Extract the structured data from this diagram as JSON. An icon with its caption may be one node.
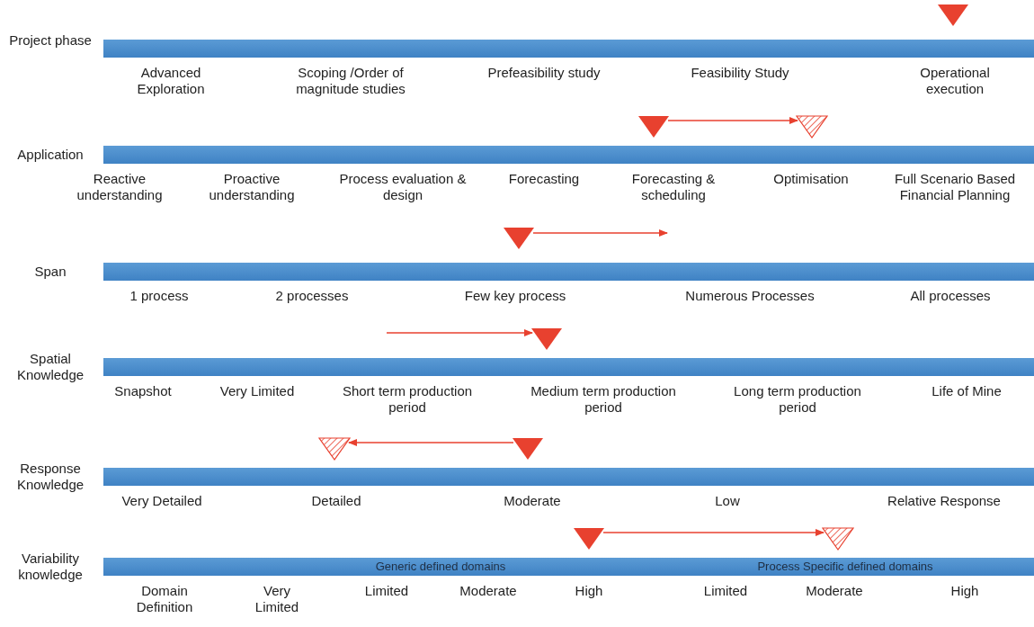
{
  "diagram": {
    "nodes": [
      {
        "text": [],
        "shape": "triangle"
      },
      {
        "text": [
          "Project phase"
        ],
        "beside": [
          "Advanced Exploration",
          "Scoping /Order of magnitude studies",
          "Prefeasibility study",
          "Feasibility Study",
          "Operational execution"
        ]
      },
      {
        "text": [],
        "shape": "triangle"
      },
      {
        "text": [],
        "shape": "triangle"
      },
      {
        "text": [
          "Application"
        ],
        "beside": [
          "Reactive understanding",
          "Proactive understanding",
          "Process evaluation & design",
          "Forecasting",
          "Forecasting & scheduling",
          "Optimisation",
          "Full Scenario Based Financial Planning"
        ]
      },
      {
        "text": [],
        "shape": "triangle"
      },
      {
        "text": [
          "Span"
        ],
        "beside": [
          "1 process",
          "2 processes",
          "Few key process",
          "Numerous Processes",
          "All processes"
        ]
      },
      {
        "text": [],
        "shape": "triangle"
      },
      {
        "text": [
          "Spatial Knowledge"
        ],
        "beside": [
          "Snapshot",
          "Very Limited",
          "Short term production period",
          "Medium term production period",
          "Long term production period",
          "Life of Mine"
        ]
      },
      {
        "text": [],
        "shape": "triangle"
      },
      {
        "text": [],
        "shape": "triangle"
      },
      {
        "text": [
          "Response Knowledge"
        ],
        "beside": [
          "Very Detailed",
          "Detailed",
          "Moderate",
          "Low",
          "Relative Response"
        ]
      },
      {
        "text": [],
        "shape": "triangle"
      },
      {
        "text": [],
        "shape": "triangle"
      },
      {
        "text": [
          "Variability knowledge",
          "Generic defined domains",
          "Process Specific defined domains"
        ],
        "beside": [
          "Domain Definition",
          "Very Limited",
          "Limited",
          "Moderate",
          "High",
          "Limited",
          "Moderate",
          "High"
        ]
      }
    ],
    "edges": [
      {
        "from": 2,
        "to": 3,
        "arrow": "to"
      },
      {
        "from": 5,
        "to": null,
        "arrow": "to"
      },
      {
        "from": null,
        "to": 7,
        "arrow": "to"
      },
      {
        "from": 10,
        "to": 9,
        "arrow": "to"
      },
      {
        "from": 12,
        "to": 13,
        "arrow": "to"
      }
    ]
  }
}
